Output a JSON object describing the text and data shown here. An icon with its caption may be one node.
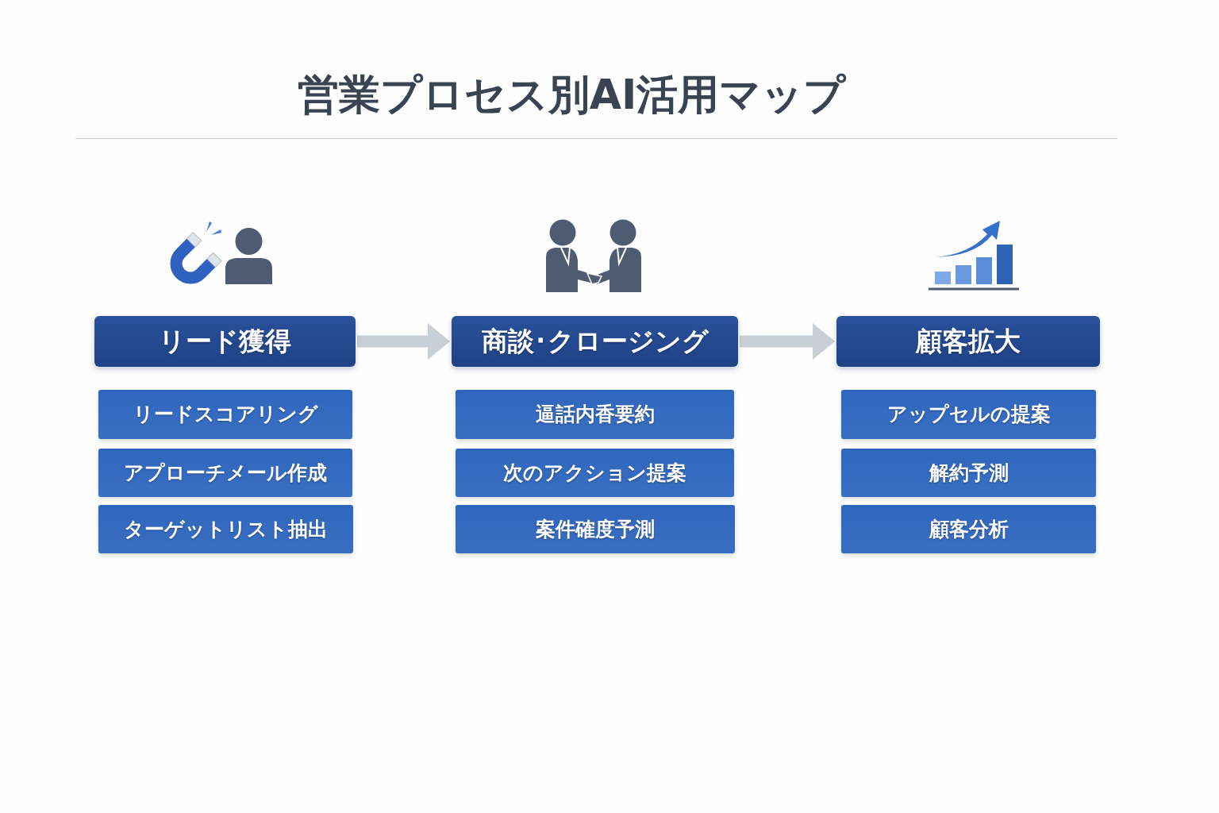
{
  "diagram": {
    "title": "営業プロセス別AI活用マップ",
    "nodes": [
      {
        "text": [
          "リード獲得"
        ]
      },
      {
        "text": [
          "リードスコアリング"
        ]
      },
      {
        "text": [
          "アプローチメール作成"
        ]
      },
      {
        "text": [
          "ターゲットリスト抽出"
        ]
      },
      {
        "text": [
          "商談･クロージング"
        ]
      },
      {
        "text": [
          "逼話内香要約"
        ]
      },
      {
        "text": [
          "次のアクション提案"
        ]
      },
      {
        "text": [
          "案件確度予測"
        ]
      },
      {
        "text": [
          "顧客拡大"
        ]
      },
      {
        "text": [
          "アップセルの提案"
        ]
      },
      {
        "text": [
          "解約予測"
        ]
      },
      {
        "text": [
          "顧客分析"
        ]
      }
    ],
    "edges": [
      {
        "from": 0,
        "to": 4,
        "arrow": "to"
      },
      {
        "from": 4,
        "to": 8,
        "arrow": "to"
      }
    ]
  }
}
